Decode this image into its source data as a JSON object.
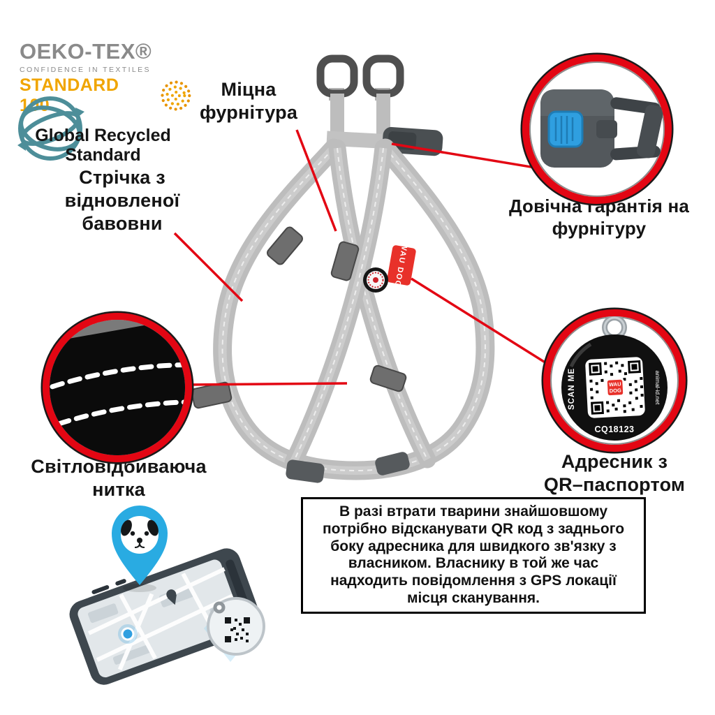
{
  "badges": {
    "oekotex": {
      "brand": "OEKO-TEX®",
      "tagline": "CONFIDENCE IN TEXTILES",
      "standard": "STANDARD 100"
    },
    "grs": {
      "name": "Global Recycled\nStandard"
    }
  },
  "callouts": {
    "hardware": {
      "label": "Міцна\nфурнітура"
    },
    "ribbon": {
      "label": "Стрічка з\nвідновленої\nбавовни"
    },
    "warranty": {
      "label": "Довічна гарантія на\nфурнітуру"
    },
    "reflective": {
      "label": "Світловідбиваюча\nнитка"
    },
    "qr_tag": {
      "label": "Адресник з\nQR–паспортом"
    }
  },
  "harness_tag": {
    "brand": "WAU DOG"
  },
  "id_tag": {
    "scan_me": "SCAN ME",
    "code": "CQ18123",
    "website": "animal-id.net",
    "brand_top": "WAU",
    "brand_bottom": "DOG"
  },
  "footer": {
    "text": "В разі втрати тварини знайшовшому потрібно відсканувати QR код з заднього боку адресника для швидкого зв'язку з власником. Власнику в той же час надходить повідомлення з GPS локації місця сканування."
  },
  "colors": {
    "accent_red": "#e30613",
    "oekotex_gray": "#8a8a8a",
    "standard_orange": "#f0a500",
    "grs_teal": "#4d8e99",
    "buckle_blue": "#2f9fe0",
    "pin_blue": "#29abe2",
    "harness_gray": "#bdbdbd"
  }
}
